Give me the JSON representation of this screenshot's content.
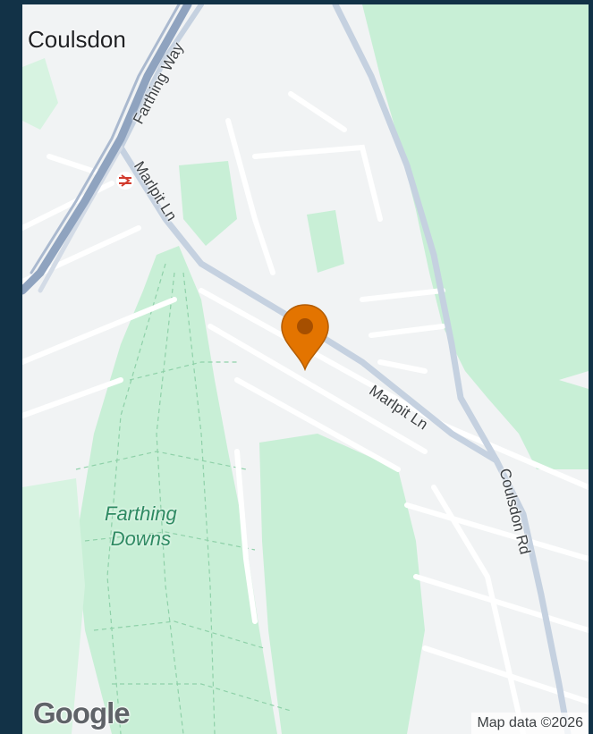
{
  "map": {
    "labels": {
      "town": "Coulsdon",
      "road_farthing_way": "Farthing Way",
      "road_marlpit_ln_upper": "Marlpit Ln",
      "road_marlpit_ln_lower": "Marlpit Ln",
      "road_coulsdon_rd": "Coulsdon Rd",
      "park_line1": "Farthing",
      "park_line2": "Downs"
    },
    "attribution": "Map data ©2026",
    "logo": "Google",
    "marker": {
      "color": "#e37400",
      "icon": "map-pin-icon"
    },
    "station_icon": "rail-station-icon",
    "colors": {
      "land": "#f1f3f4",
      "park": "#c8efd6",
      "road": "#ffffff",
      "major_road": "#c5d1e0",
      "railway": "#8fa3bf",
      "frame": "#123247"
    }
  }
}
